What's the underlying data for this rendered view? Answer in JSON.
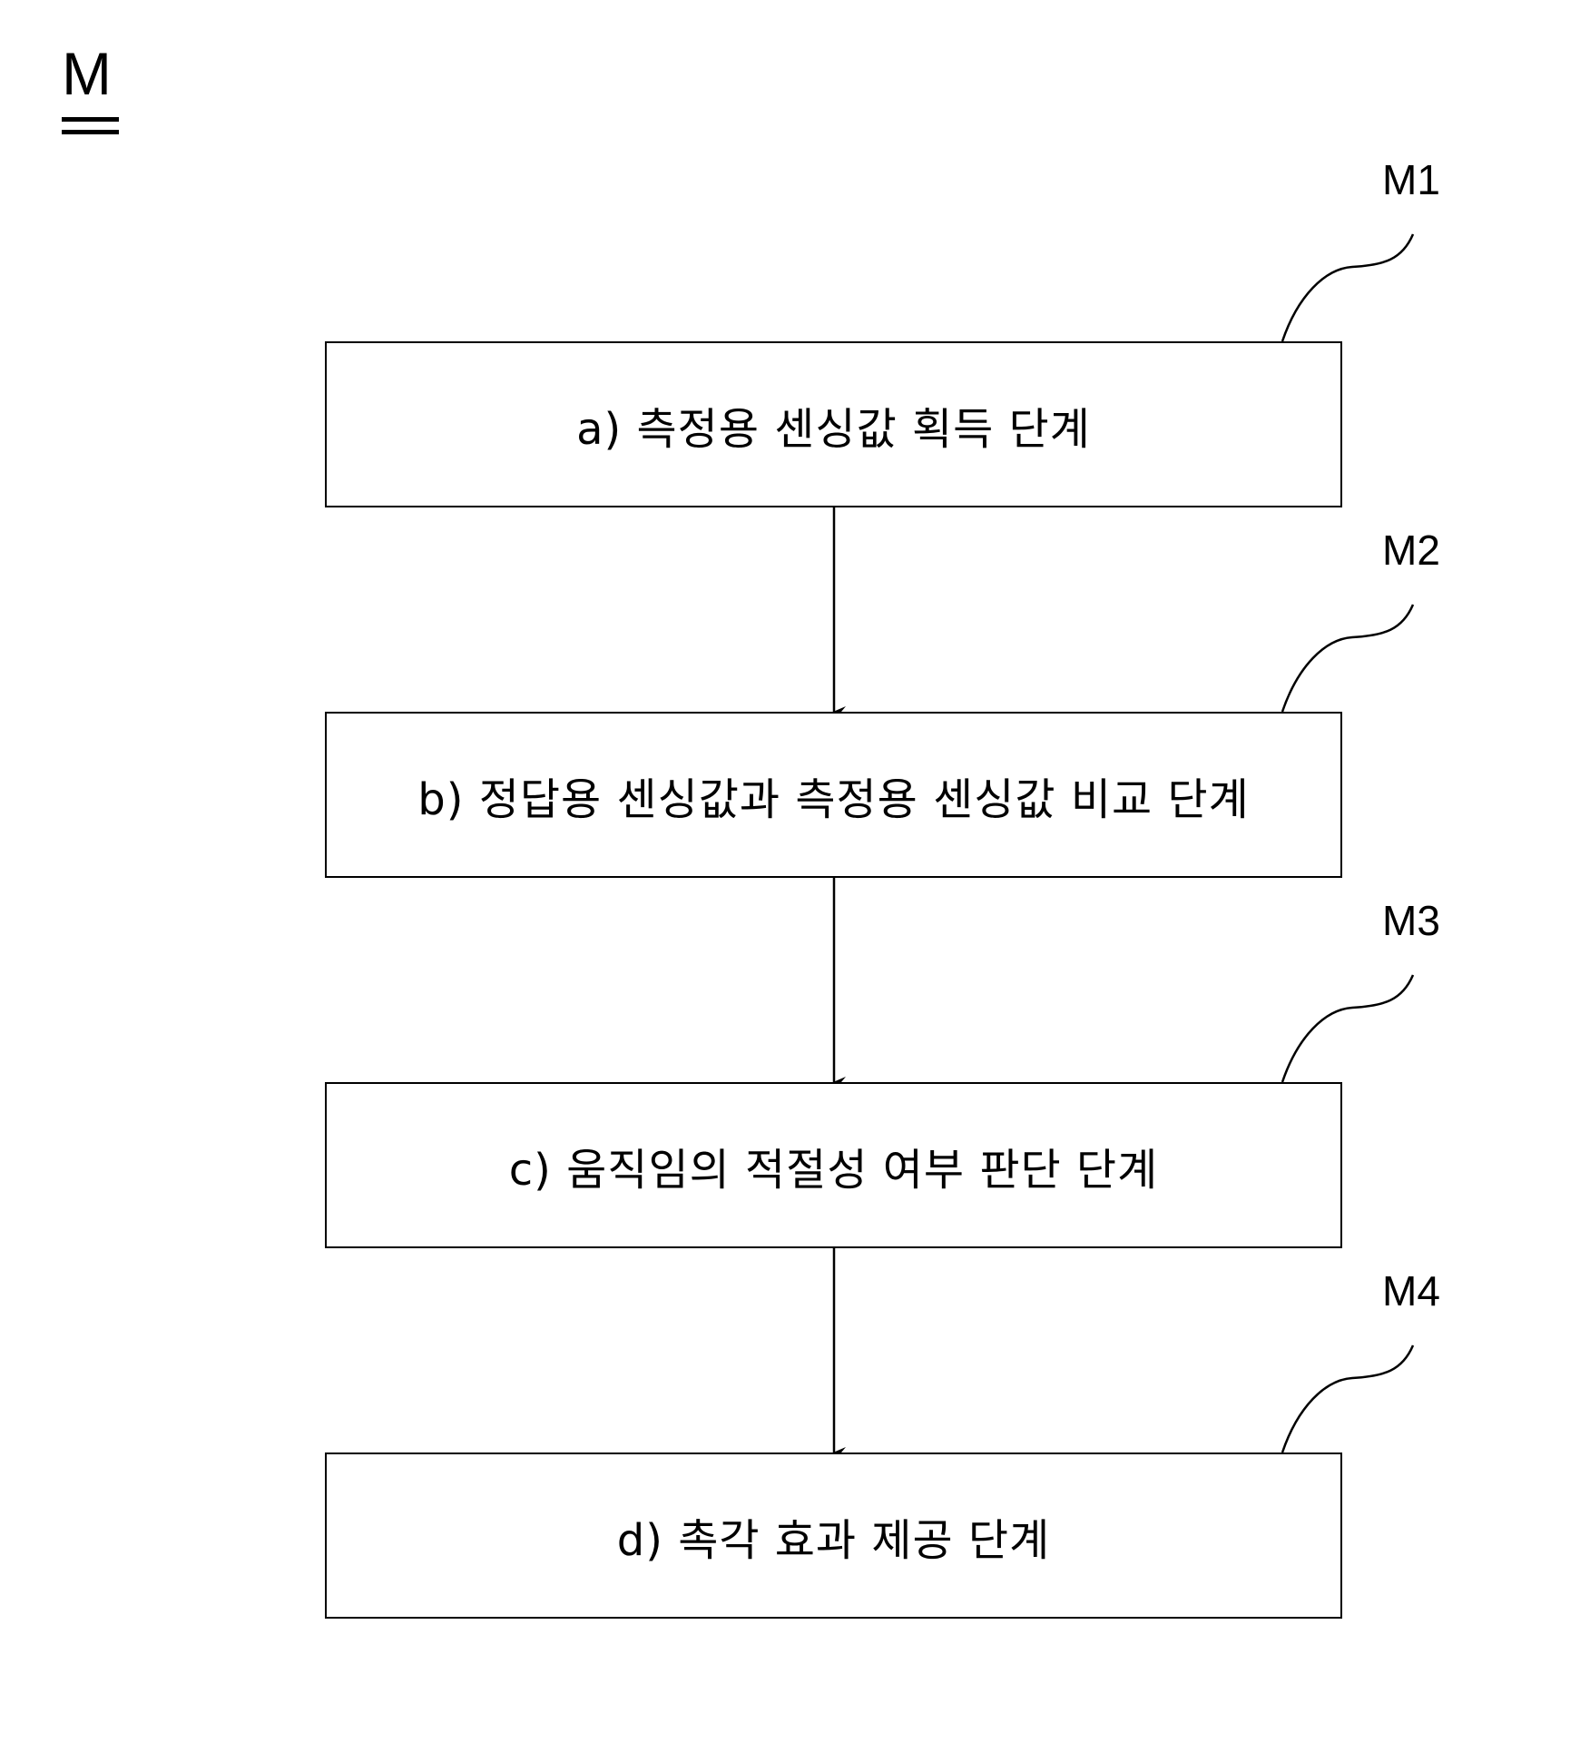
{
  "figure": {
    "label": "M",
    "title_style": "double-underlined"
  },
  "steps": [
    {
      "ref": "M1",
      "text": "a) 측정용 센싱값 획득 단계"
    },
    {
      "ref": "M2",
      "text": "b) 정답용 센싱값과 측정용 센싱값 비교 단계"
    },
    {
      "ref": "M3",
      "text": "c) 움직임의 적절성 여부 판단 단계"
    },
    {
      "ref": "M4",
      "text": "d) 촉각 효과 제공 단계"
    }
  ],
  "flow": [
    {
      "from": "M1",
      "to": "M2"
    },
    {
      "from": "M2",
      "to": "M3"
    },
    {
      "from": "M3",
      "to": "M4"
    }
  ],
  "colors": {
    "stroke": "#000000",
    "background": "#ffffff"
  }
}
